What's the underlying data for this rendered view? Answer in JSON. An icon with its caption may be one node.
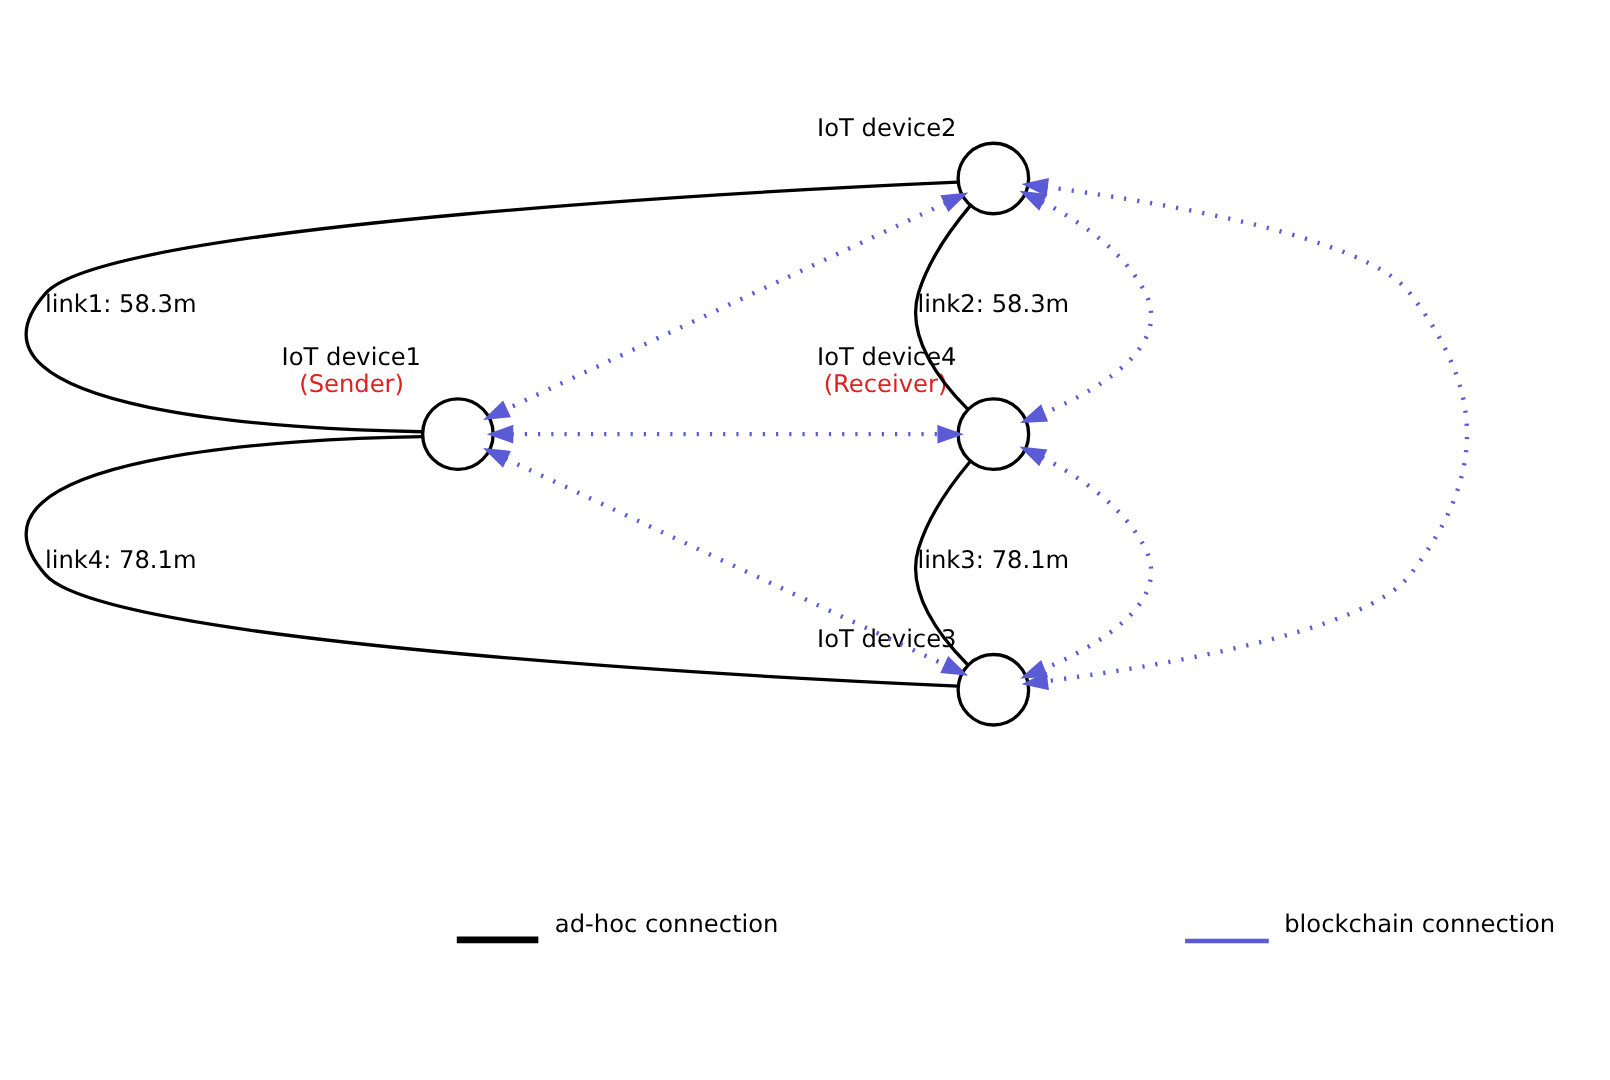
{
  "diagram": {
    "nodes": [
      {
        "text": [],
        "shape": "circle",
        "beside": [
          "IoT device2"
        ]
      },
      {
        "text": [],
        "shape": "circle",
        "beside": [
          "IoT device1",
          "(Sender)"
        ]
      },
      {
        "text": [],
        "shape": "circle",
        "beside": [
          "IoT device4",
          "(Receiver)"
        ]
      },
      {
        "text": [],
        "shape": "circle",
        "beside": [
          "IoT device3"
        ]
      }
    ],
    "edges": [
      {
        "from": 1,
        "to": 0,
        "arrow": "none",
        "label": "link1: 58.3m",
        "color": "#000000"
      },
      {
        "from": 0,
        "to": 2,
        "arrow": "none",
        "label": "link2: 58.3m",
        "color": "#000000"
      },
      {
        "from": 2,
        "to": 3,
        "arrow": "none",
        "label": "link3: 78.1m",
        "color": "#000000"
      },
      {
        "from": 1,
        "to": 3,
        "arrow": "none",
        "label": "link4: 78.1m",
        "color": "#000000"
      },
      {
        "from": 1,
        "to": 0,
        "arrow": "both",
        "style": "dashed",
        "color": "#5b5bd6"
      },
      {
        "from": 0,
        "to": 2,
        "arrow": "both",
        "style": "dashed",
        "color": "#5b5bd6"
      },
      {
        "from": 1,
        "to": 2,
        "arrow": "both",
        "style": "dashed",
        "color": "#5b5bd6"
      },
      {
        "from": 0,
        "to": 3,
        "arrow": "both",
        "style": "dashed",
        "color": "#5b5bd6"
      },
      {
        "from": 1,
        "to": 3,
        "arrow": "both",
        "style": "dashed",
        "color": "#5b5bd6"
      },
      {
        "from": 2,
        "to": 3,
        "arrow": "both",
        "style": "dashed",
        "color": "#5b5bd6"
      }
    ],
    "legend": [
      {
        "text": "ad-hoc connection"
      },
      {
        "text": "blockchain connection"
      }
    ]
  }
}
